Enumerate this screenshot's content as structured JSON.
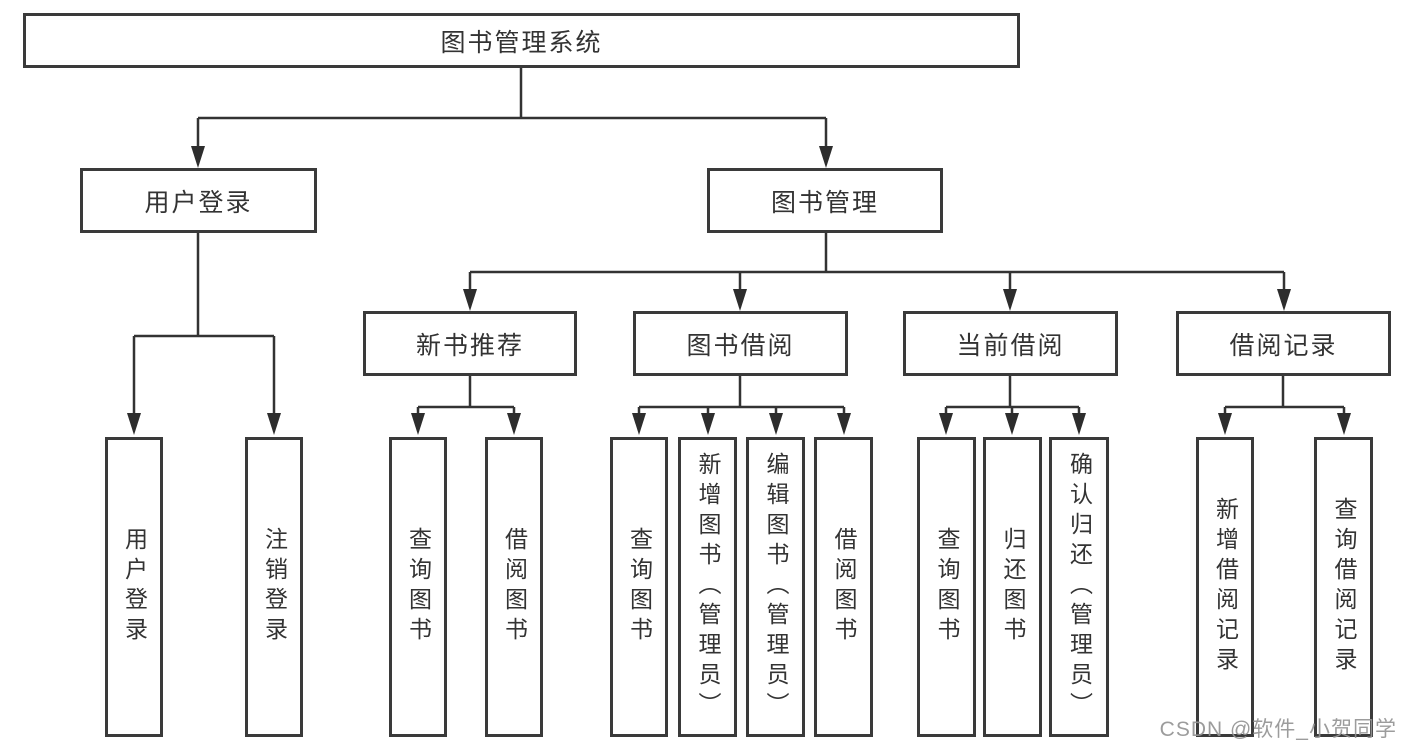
{
  "diagram": {
    "nodes": {
      "root": "图书管理系统",
      "user_login": "用户登录",
      "book_mgmt": "图书管理",
      "new_book": "新书推荐",
      "book_borrow": "图书借阅",
      "current_borrow": "当前借阅",
      "borrow_record": "借阅记录",
      "leaf_user_login": "用户登录",
      "leaf_logout": "注销登录",
      "nb_query": "查询图书",
      "nb_borrow": "借阅图书",
      "bb_query": "查询图书",
      "bb_add": "新增图书（管理员）",
      "bb_edit": "编辑图书（管理员）",
      "bb_borrow": "借阅图书",
      "cb_query": "查询图书",
      "cb_return": "归还图书",
      "cb_confirm": "确认归还（管理员）",
      "br_add": "新增借阅记录",
      "br_query": "查询借阅记录"
    },
    "colors": {
      "box_border": "#3a3a3a",
      "connector_line": "#333333",
      "text": "#333333",
      "background": "#ffffff",
      "watermark_text": "#949494"
    }
  },
  "watermark": "CSDN @软件_小贺同学"
}
